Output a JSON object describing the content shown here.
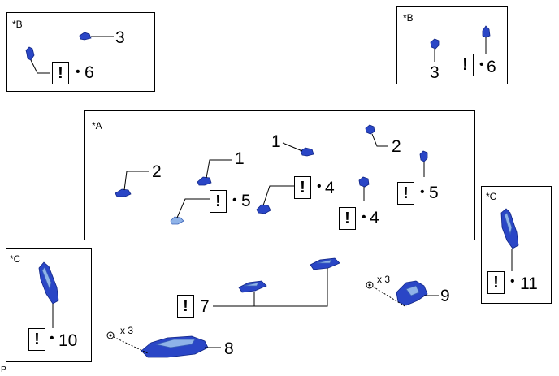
{
  "section_labels": {
    "a": "*A",
    "b": "*B",
    "c": "*C"
  },
  "warning_mark": "!",
  "bullet": "•",
  "callouts": {
    "n1": "1",
    "n2": "2",
    "n3": "3",
    "n4": "4",
    "n5": "5",
    "n6": "6",
    "n7": "7",
    "n8": "8",
    "n9": "9",
    "n10": "10",
    "n11": "11"
  },
  "quantity": "x 3",
  "corner_mark": "P",
  "colors": {
    "part_fill": "#2a46c6",
    "part_stroke": "#102585",
    "part_light": "#8fb3e8"
  }
}
